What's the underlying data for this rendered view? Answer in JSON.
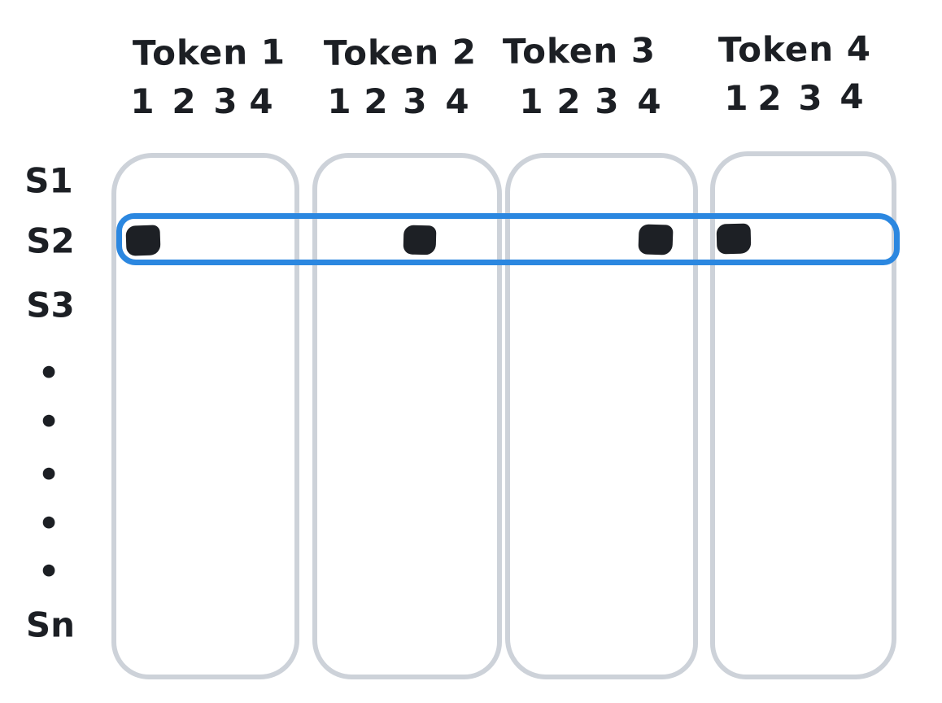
{
  "diagram": {
    "description_visible_text_only": "",
    "tokens": [
      {
        "label": "Token 1",
        "columns": [
          "1",
          "2",
          "3",
          "4"
        ],
        "marked_column": "1"
      },
      {
        "label": "Token 2",
        "columns": [
          "1",
          "2",
          "3",
          "4"
        ],
        "marked_column": "3"
      },
      {
        "label": "Token 3",
        "columns": [
          "1",
          "2",
          "3",
          "4"
        ],
        "marked_column": "4"
      },
      {
        "label": "Token 4",
        "columns": [
          "1",
          "2",
          "3",
          "4"
        ],
        "marked_column": "1"
      }
    ],
    "row_labels": [
      "S1",
      "S2",
      "S3",
      "•",
      "•",
      "•",
      "•",
      "•",
      "Sn"
    ],
    "highlighted_row": "S2",
    "colors": {
      "highlight_stroke": "#2b87e0",
      "container_stroke": "#cdd2d9",
      "mark_fill": "#1d2025",
      "text": "#1c1f24",
      "background": "#ffffff"
    }
  }
}
